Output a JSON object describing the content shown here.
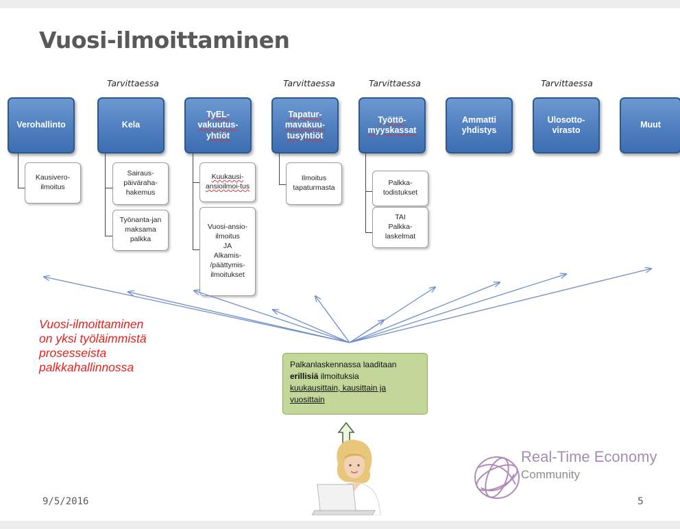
{
  "title": "Vuosi-ilmoittaminen",
  "tags": [
    "Tarvittaessa",
    "Tarvittaessa",
    "Tarvittaessa",
    "Tarvittaessa"
  ],
  "organizations": [
    {
      "label": "Verohallinto"
    },
    {
      "label": "Kela"
    },
    {
      "label": "TyEL-\nvakuutus-\nyhtiöt"
    },
    {
      "label": "Tapatur-\nmavakuu-\ntusyhtiöt"
    },
    {
      "label": "Työttö-\nmyyskassat"
    },
    {
      "label": "Ammatti\nyhdistys"
    },
    {
      "label": "Ulosotto-\nvirasto"
    },
    {
      "label": "Muut"
    }
  ],
  "subitems": {
    "verohallinto": [
      "Kausivero-\nilmoitus"
    ],
    "kela": [
      "Sairaus-\npäiväraha-\nhakemus",
      "Työnanta-jan\nmaksama\npalkka"
    ],
    "tyel": [
      "Kuukausi-\nansioilmoi-tus",
      "Vuosi-ansio-\nilmoitus\nJA\nAlkamis-\n/päättymis-\nilmoitukset"
    ],
    "tapaturma": [
      "Ilmoitus\ntapaturmasta"
    ],
    "tyottomyys": [
      "Palkka-\ntodistukset",
      "TAI\nPalkka-\nlaskelmat"
    ]
  },
  "caption": "Vuosi-ilmoittaminen\non yksi työläimmistä\nprosesseista\npalkkahallinnossa",
  "center_box": {
    "line1": "Palkanlaskennassa laaditaan",
    "bold": "erillisiä",
    "line2_rest": " ilmoituksia",
    "underlined": "kuukausittain, kausittain ja vuosittain"
  },
  "logo": {
    "line1": "Real-Time Economy",
    "line2": "Community"
  },
  "footer": {
    "date": "9/5/2016",
    "page": "5"
  },
  "colors": {
    "org_fill": "#4f7fbf",
    "center_fill": "#c4d79b",
    "caption": "#e3211c",
    "arrow": "#6f8fc9"
  }
}
